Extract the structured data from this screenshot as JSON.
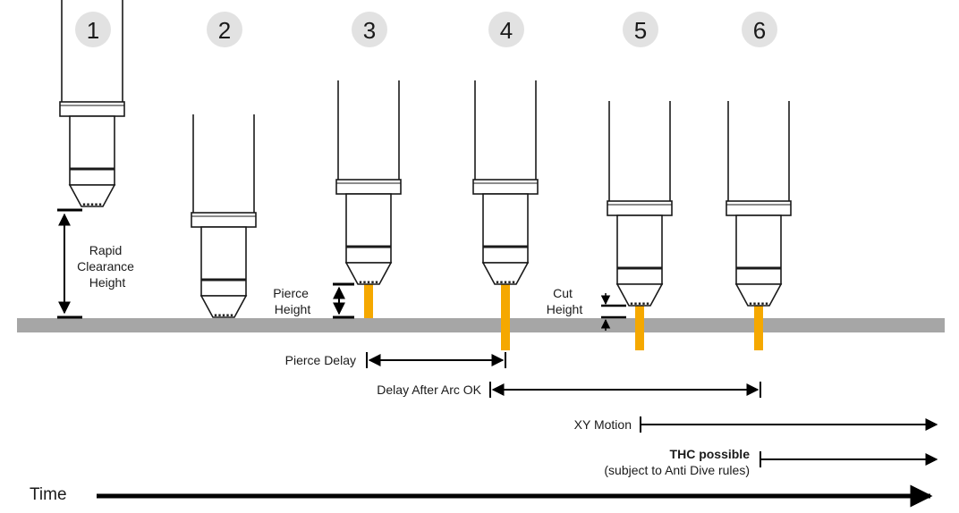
{
  "colors": {
    "torch_outline": "#1a1a1a",
    "workpiece": "#a6a6a6",
    "arc": "#f5a800",
    "step_circle": "#e2e2e2",
    "line": "#000000"
  },
  "steps": [
    {
      "number": "1",
      "arc": "none"
    },
    {
      "number": "2",
      "arc": "none"
    },
    {
      "number": "3",
      "arc": "short"
    },
    {
      "number": "4",
      "arc": "through"
    },
    {
      "number": "5",
      "arc": "through"
    },
    {
      "number": "6",
      "arc": "through"
    }
  ],
  "labels": {
    "rapid_clearance": [
      "Rapid",
      "Clearance",
      "Height"
    ],
    "pierce_height": [
      "Pierce",
      "Height"
    ],
    "cut_height": [
      "Cut",
      "Height"
    ]
  },
  "timelines": {
    "pierce_delay": "Pierce Delay",
    "delay_after_arc_ok": "Delay After Arc OK",
    "xy_motion": "XY Motion",
    "thc_possible": "THC possible",
    "thc_note": "(subject to Anti Dive rules)",
    "time": "Time"
  }
}
